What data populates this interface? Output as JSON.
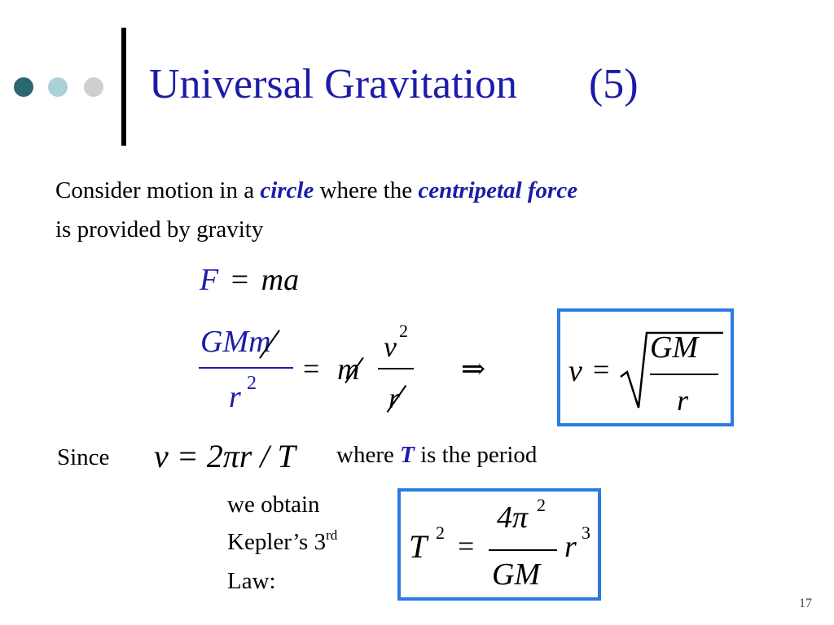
{
  "slide": {
    "title": "Universal Gravitation",
    "title_number": "(5)",
    "page_number": "17"
  },
  "intro": {
    "line1_part1": "Consider motion in a ",
    "line1_em1": "circle",
    "line1_part2": " where the ",
    "line1_em2": "centripetal force",
    "line2": "is provided by gravity"
  },
  "eq1": {
    "lhs": "F",
    "eq": "=",
    "rhs": "ma"
  },
  "eq2": {
    "num": "GMm",
    "den": "r",
    "den_exp": "2",
    "eq": "=",
    "m": "m",
    "rnum": "v",
    "rnum_exp": "2",
    "rden": "r",
    "implies": "⇒"
  },
  "box1": {
    "v": "v",
    "eq": "=",
    "num": "GM",
    "den": "r"
  },
  "since": {
    "label": "Since",
    "eq": "v = 2πr / T",
    "where": "where",
    "T": "T",
    "rest": "is the period"
  },
  "kepler": {
    "line1": "we obtain",
    "line2": "Kepler’s 3",
    "sup": "rd",
    "line3": "Law:"
  },
  "box2": {
    "T": "T",
    "T_exp": "2",
    "eq": "=",
    "num": "4π",
    "num_exp": "2",
    "den": "GM",
    "r": "r",
    "r_exp": "3"
  },
  "colors": {
    "title": "#1c1ca8",
    "emphasis": "#1c1ca8",
    "box_border": "#2a7be0",
    "dot_dark": "#2c6670",
    "dot_light": "#a9d2d6",
    "dot_grey": "#cfcfcf"
  }
}
